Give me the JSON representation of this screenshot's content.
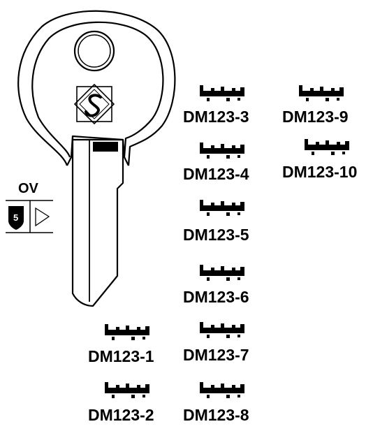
{
  "key": {
    "side_label": "OV",
    "badge_number": "5",
    "logo_icon": "diamond-s-logo-icon",
    "direction_icon": "triangle-right-icon"
  },
  "variants": [
    {
      "code": "DM123-1"
    },
    {
      "code": "DM123-2"
    },
    {
      "code": "DM123-3"
    },
    {
      "code": "DM123-4"
    },
    {
      "code": "DM123-5"
    },
    {
      "code": "DM123-6"
    },
    {
      "code": "DM123-7"
    },
    {
      "code": "DM123-8"
    },
    {
      "code": "DM123-9"
    },
    {
      "code": "DM123-10"
    }
  ],
  "colors": {
    "ink": "#000000",
    "paper": "#ffffff"
  }
}
